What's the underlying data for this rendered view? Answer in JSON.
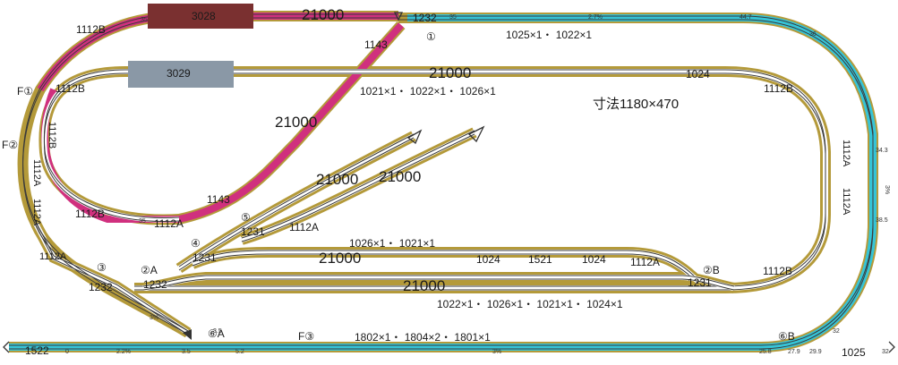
{
  "colors": {
    "base": "#b49a3a",
    "gap": "#ffffff",
    "rail": "#3a3a3a",
    "magenta": "#d0307e",
    "cyan": "#36c4d6",
    "car_red": "#7a3030",
    "car_grey": "#8a98a6"
  },
  "layout_note": "寸法1180×470",
  "cars": {
    "car_a": "3028",
    "car_b": "3029"
  },
  "track_labels": {
    "top_21000": "21000",
    "mid_21000": "21000",
    "diag_21000": "21000",
    "siding1_21000": "21000",
    "siding2_21000": "21000",
    "yard_21000": "21000",
    "low_21000": "21000",
    "top_1232": "1232",
    "top_1143": "1143",
    "left_1143": "1143",
    "left_top_1112b": "1112B",
    "left_mid_1112b": "1112B",
    "left_vert_1112b": "1112B",
    "left_vert_1112a": "1112A",
    "left_vert_1112a2": "1112A",
    "left_low_1112b": "1112B",
    "left_low_1112a": "1112A",
    "left_out_1112a": "1112A",
    "mid_1112a": "1112A",
    "yard_1112a": "1112A",
    "right_1112b": "1112B",
    "right_low_1112b": "1112B",
    "right_v1": "1112A",
    "right_v2": "1112A",
    "sw_1231a": "1231",
    "sw_1231b": "1231",
    "sw_1231c": "1231",
    "sw_1232a": "1232",
    "sw_1232b": "1232",
    "n1024a": "1024",
    "n1024b": "1024",
    "n1024c": "1024",
    "n1521": "1521",
    "n1522": "1522",
    "n1025": "1025"
  },
  "parts_lists": {
    "top": "1025×1・ 1022×1",
    "mid": "1021×1・ 1022×1・ 1026×1",
    "yard": "1026×1・ 1021×1",
    "low": "1022×1・ 1026×1・ 1021×1・ 1024×1",
    "bottom": "1802×1・ 1804×2・ 1801×1"
  },
  "markers": {
    "m1": "①",
    "m2a": "②A",
    "m2b": "②B",
    "m3": "③",
    "m4": "④",
    "m5": "⑤",
    "m6a": "⑥A",
    "m6b": "⑥B",
    "f1": "F①",
    "f2": "F②",
    "f3": "F③"
  },
  "grades": {
    "g_top": "2.7%",
    "g_bottom_left": "2.2%",
    "g_bottom_mid": "3%",
    "g_right": "3%",
    "g_left_low": "3%"
  },
  "heights": {
    "h_top_a": "35",
    "h_top_b": "44.7",
    "h_top_c": "36",
    "h_right_a": "34.3",
    "h_right_b": "38.5",
    "h_bottom_a": "0",
    "h_bottom_b": "3.5",
    "h_bottom_c": "5.2",
    "h_bottom_d": "25.8",
    "h_bottom_e": "27.9",
    "h_bottom_f": "29.9",
    "h_bottom_g": "32",
    "h_bottom_h": "32",
    "h_left_a": "35",
    "h_left_b": "35",
    "h_bottom_i": "3.5"
  }
}
